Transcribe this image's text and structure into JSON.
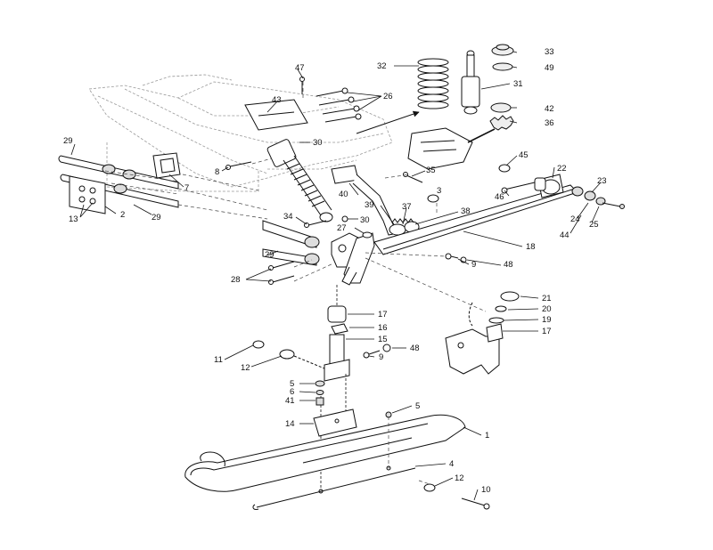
{
  "diagram": {
    "type": "exploded-parts-diagram",
    "callouts": [
      {
        "id": "c47",
        "label": "47"
      },
      {
        "id": "c43",
        "label": "43"
      },
      {
        "id": "c26",
        "label": "26"
      },
      {
        "id": "c30a",
        "label": "30"
      },
      {
        "id": "c29a",
        "label": "29"
      },
      {
        "id": "c8",
        "label": "8"
      },
      {
        "id": "c7",
        "label": "7"
      },
      {
        "id": "c13",
        "label": "13"
      },
      {
        "id": "c2",
        "label": "2"
      },
      {
        "id": "c29b",
        "label": "29"
      },
      {
        "id": "c32",
        "label": "32"
      },
      {
        "id": "c33",
        "label": "33"
      },
      {
        "id": "c49",
        "label": "49"
      },
      {
        "id": "c31",
        "label": "31"
      },
      {
        "id": "c42",
        "label": "42"
      },
      {
        "id": "c36",
        "label": "36"
      },
      {
        "id": "c45",
        "label": "45"
      },
      {
        "id": "c22",
        "label": "22"
      },
      {
        "id": "c35",
        "label": "35"
      },
      {
        "id": "c3",
        "label": "3"
      },
      {
        "id": "c40",
        "label": "40"
      },
      {
        "id": "c46",
        "label": "46"
      },
      {
        "id": "c23",
        "label": "23"
      },
      {
        "id": "c39",
        "label": "39"
      },
      {
        "id": "c37",
        "label": "37"
      },
      {
        "id": "c38",
        "label": "38"
      },
      {
        "id": "c34",
        "label": "34"
      },
      {
        "id": "c30b",
        "label": "30"
      },
      {
        "id": "c24",
        "label": "24"
      },
      {
        "id": "c25",
        "label": "25"
      },
      {
        "id": "c44",
        "label": "44"
      },
      {
        "id": "c27",
        "label": "27"
      },
      {
        "id": "c18",
        "label": "18"
      },
      {
        "id": "c29c",
        "label": "29"
      },
      {
        "id": "c9a",
        "label": "9"
      },
      {
        "id": "c48a",
        "label": "48"
      },
      {
        "id": "c28",
        "label": "28"
      },
      {
        "id": "c21",
        "label": "21"
      },
      {
        "id": "c20",
        "label": "20"
      },
      {
        "id": "c19",
        "label": "19"
      },
      {
        "id": "c17a",
        "label": "17"
      },
      {
        "id": "c17b",
        "label": "17"
      },
      {
        "id": "c16",
        "label": "16"
      },
      {
        "id": "c15",
        "label": "15"
      },
      {
        "id": "c11",
        "label": "11"
      },
      {
        "id": "c48b",
        "label": "48"
      },
      {
        "id": "c9b",
        "label": "9"
      },
      {
        "id": "c12a",
        "label": "12"
      },
      {
        "id": "c5a",
        "label": "5"
      },
      {
        "id": "c6",
        "label": "6"
      },
      {
        "id": "c41",
        "label": "41"
      },
      {
        "id": "c5b",
        "label": "5"
      },
      {
        "id": "c14",
        "label": "14"
      },
      {
        "id": "c1",
        "label": "1"
      },
      {
        "id": "c4",
        "label": "4"
      },
      {
        "id": "c12b",
        "label": "12"
      },
      {
        "id": "c10",
        "label": "10"
      }
    ]
  }
}
